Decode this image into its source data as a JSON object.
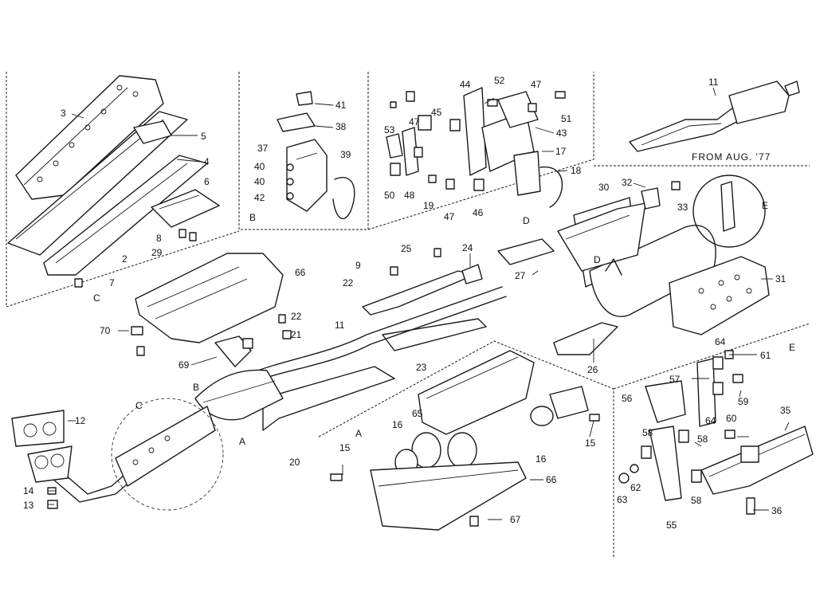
{
  "caption": "FROM AUG. '77",
  "section_letters": [
    "A",
    "A",
    "B",
    "B",
    "C",
    "C",
    "D",
    "D",
    "E",
    "E"
  ],
  "callouts": [
    "3",
    "5",
    "4",
    "6",
    "2",
    "8",
    "29",
    "7",
    "66",
    "41",
    "38",
    "37",
    "39",
    "40",
    "40",
    "42",
    "52",
    "47",
    "44",
    "45",
    "47",
    "53",
    "43",
    "51",
    "17",
    "18",
    "50",
    "48",
    "19",
    "47",
    "46",
    "11",
    "30",
    "32",
    "33",
    "31",
    "9",
    "25",
    "24",
    "22",
    "27",
    "70",
    "22",
    "21",
    "11",
    "69",
    "23",
    "26",
    "64",
    "61",
    "57",
    "59",
    "56",
    "65",
    "16",
    "16",
    "15",
    "64",
    "60",
    "35",
    "58",
    "58",
    "12",
    "20",
    "15",
    "66",
    "55",
    "62",
    "63",
    "58",
    "36",
    "14",
    "13",
    "67"
  ]
}
